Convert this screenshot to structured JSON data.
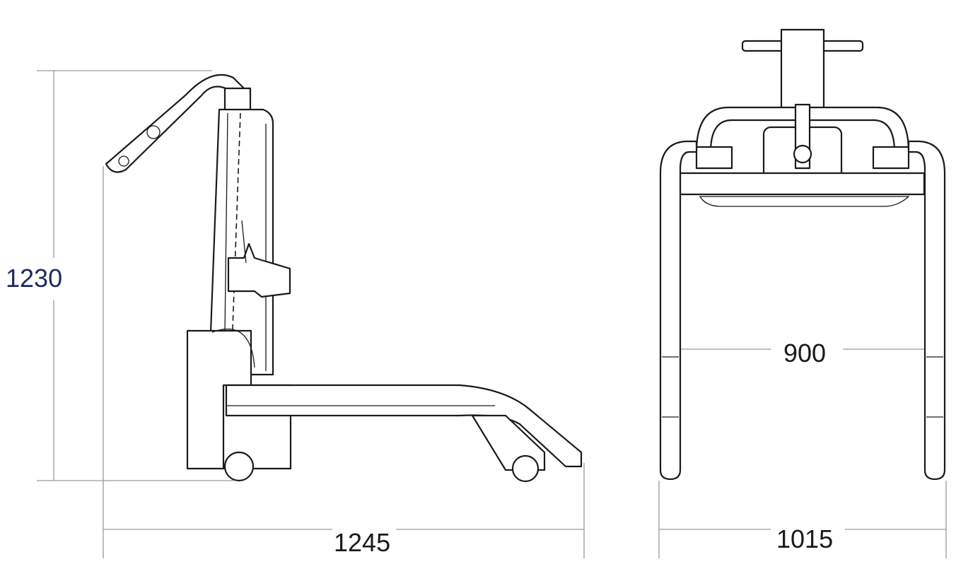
{
  "dimensions": {
    "height": "1230",
    "length": "1245",
    "inner_width": "900",
    "outer_width": "1015"
  },
  "colors": {
    "height_label": "#1f2a5c",
    "other_labels": "#1a1a1a",
    "dimension_lines": "#9a9a9a",
    "drawing": "#1a1a1a"
  }
}
